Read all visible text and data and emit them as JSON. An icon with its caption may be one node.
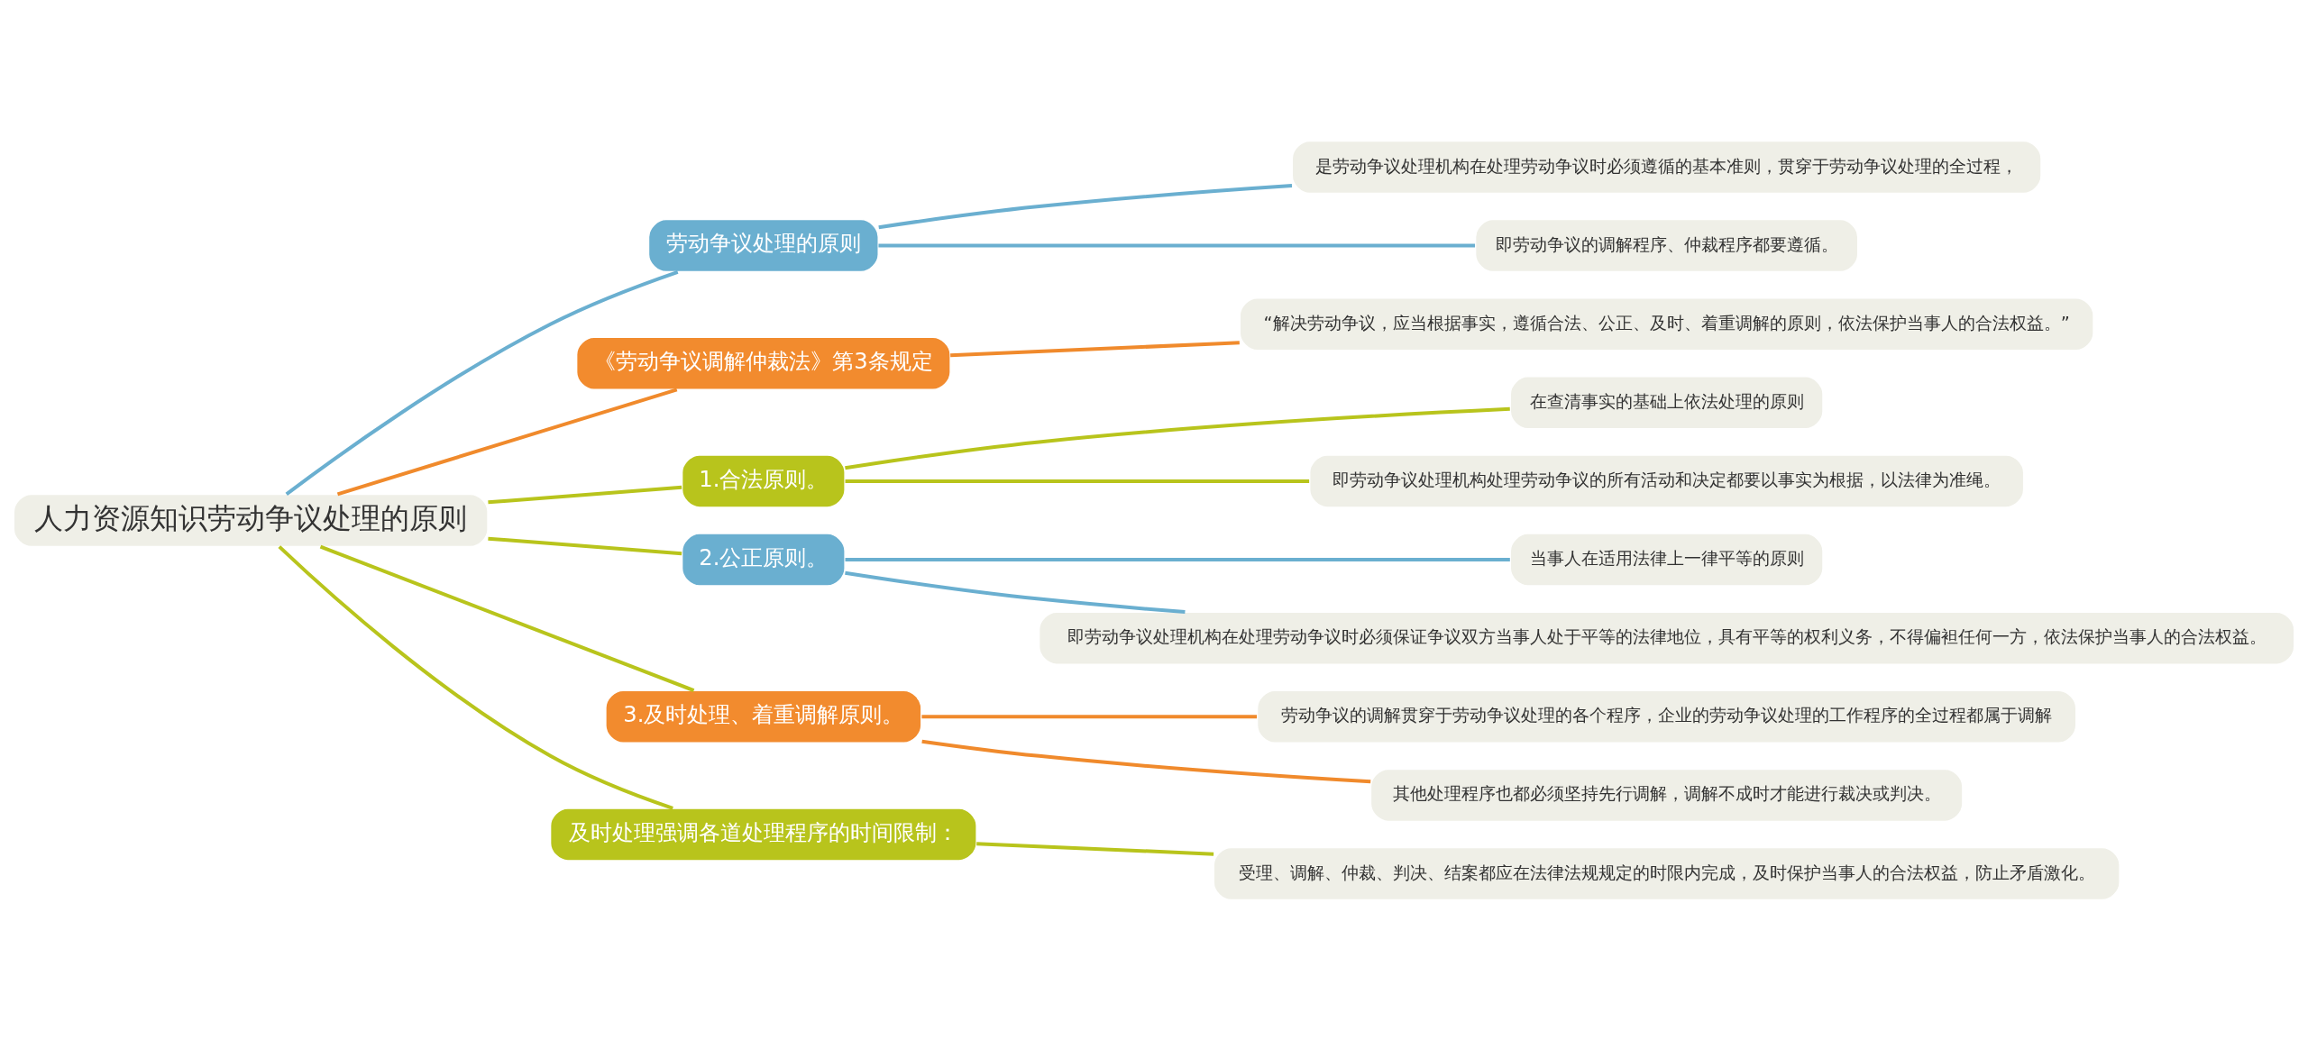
{
  "diagram": {
    "nodes": [
      {
        "text": [
          "人力资源知识劳动争议处理的原则"
        ]
      },
      {
        "text": [
          "劳动争议处理的原则"
        ]
      },
      {
        "text": [
          "是劳动争议处理机构在处理劳动争议时必须遵循的基本准则，贯穿于劳动争议处理的全过程，"
        ]
      },
      {
        "text": [
          "即劳动争议的调解程序、仲裁程序都要遵循。"
        ]
      },
      {
        "text": [
          "《劳动争议调解仲裁法》第3条规定"
        ]
      },
      {
        "text": [
          "“解决劳动争议，应当根据事实，遵循合法、公正、及时、着重调解的原则，依法保护当事人的合法权益。”"
        ]
      },
      {
        "text": [
          "1.合法原则。"
        ]
      },
      {
        "text": [
          "在查清事实的基础上依法处理的原则"
        ]
      },
      {
        "text": [
          "即劳动争议处理机构处理劳动争议的所有活动和决定都要以事实为根据，以法律为准绳。"
        ]
      },
      {
        "text": [
          "2.公正原则。"
        ]
      },
      {
        "text": [
          "当事人在适用法律上一律平等的原则"
        ]
      },
      {
        "text": [
          "即劳动争议处理机构在处理劳动争议时必须保证争议双方当事人处于平等的法律地位，具有平等的权利义务，不得偏袒任何一方，依法保护当事人的合法权益。"
        ]
      },
      {
        "text": [
          "3.及时处理、着重调解原则。"
        ]
      },
      {
        "text": [
          "劳动争议的调解贯穿于劳动争议处理的各个程序，企业的劳动争议处理的工作程序的全过程都属于调解"
        ]
      },
      {
        "text": [
          "其他处理程序也都必须坚持先行调解，调解不成时才能进行裁决或判决。"
        ]
      },
      {
        "text": [
          "及时处理强调各道处理程序的时间限制："
        ]
      },
      {
        "text": [
          "受理、调解、仲裁、判决、结案都应在法律法规规定的时限内完成，及时保护当事人的合法权益，防止矛盾激化。"
        ]
      }
    ],
    "edges": [
      {
        "from": 0,
        "to": 1,
        "arrow": "none",
        "color": "#6aafd0"
      },
      {
        "from": 1,
        "to": 2,
        "arrow": "none",
        "color": "#6aafd0"
      },
      {
        "from": 1,
        "to": 3,
        "arrow": "none",
        "color": "#6aafd0"
      },
      {
        "from": 0,
        "to": 4,
        "arrow": "none",
        "color": "#f08a2c"
      },
      {
        "from": 4,
        "to": 5,
        "arrow": "none",
        "color": "#f08a2c"
      },
      {
        "from": 0,
        "to": 6,
        "arrow": "none"
      },
      {
        "from": 6,
        "to": 7,
        "arrow": "none"
      },
      {
        "from": 6,
        "to": 8,
        "arrow": "none"
      },
      {
        "from": 0,
        "to": 9,
        "arrow": "none"
      },
      {
        "from": 9,
        "to": 10,
        "arrow": "none",
        "color": "#6aafd0"
      },
      {
        "from": 9,
        "to": 11,
        "arrow": "none",
        "color": "#6aafd0"
      },
      {
        "from": 0,
        "to": 12,
        "arrow": "none"
      },
      {
        "from": 12,
        "to": 13,
        "arrow": "none",
        "color": "#f08a2c"
      },
      {
        "from": 12,
        "to": 14,
        "arrow": "none",
        "color": "#f08a2c"
      },
      {
        "from": 0,
        "to": 15,
        "arrow": "none"
      },
      {
        "from": 15,
        "to": 16,
        "arrow": "none"
      }
    ]
  }
}
